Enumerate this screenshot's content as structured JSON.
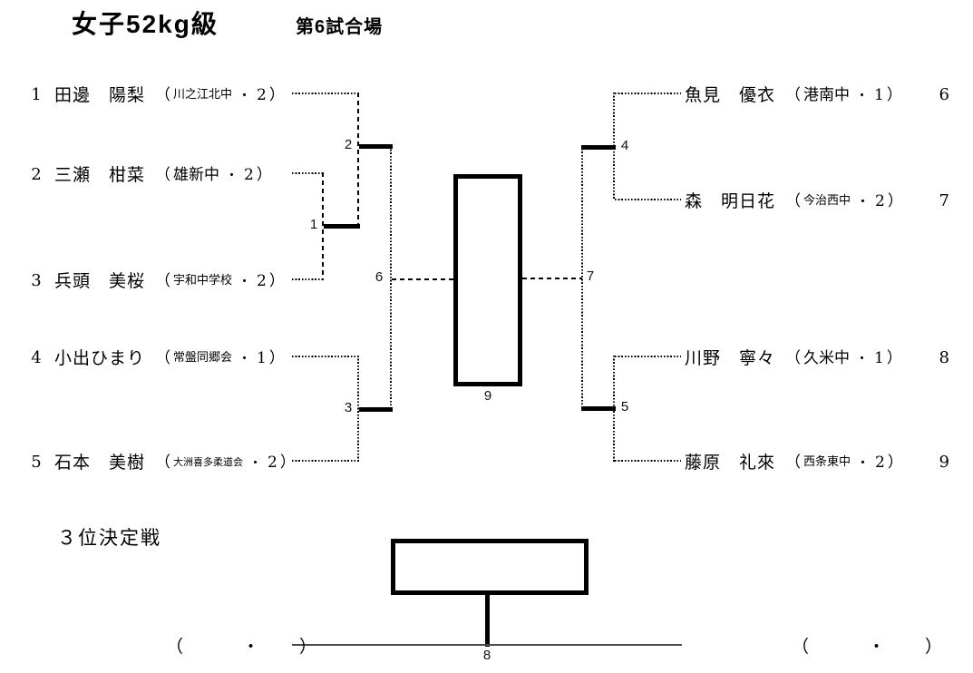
{
  "header": {
    "title": "女子52kg級",
    "venue": "第6試合場"
  },
  "punct": {
    "open": "（",
    "sep": "・",
    "close": "）"
  },
  "left_players": [
    {
      "seed": "1",
      "name": "田邊　陽梨",
      "school": "川之江北中",
      "grade": "2"
    },
    {
      "seed": "2",
      "name": "三瀬　柑菜",
      "school": "雄新中",
      "grade": "2"
    },
    {
      "seed": "3",
      "name": "兵頭　美桜",
      "school": "宇和中学校",
      "grade": "2"
    },
    {
      "seed": "4",
      "name": "小出ひまり",
      "school": "常盤同郷会",
      "grade": "1"
    },
    {
      "seed": "5",
      "name": "石本　美樹",
      "school": "大洲喜多柔道会",
      "grade": "2"
    }
  ],
  "right_players": [
    {
      "seed": "6",
      "name": "魚見　優衣",
      "school": "港南中",
      "grade": "1"
    },
    {
      "seed": "7",
      "name": "森　明日花",
      "school": "今治西中",
      "grade": "2"
    },
    {
      "seed": "8",
      "name": "川野　寧々",
      "school": "久米中",
      "grade": "1"
    },
    {
      "seed": "9",
      "name": "藤原　礼來",
      "school": "西条東中",
      "grade": "2"
    }
  ],
  "matches": {
    "m1": "1",
    "m2": "2",
    "m3": "3",
    "m4": "4",
    "m5": "5",
    "m6": "6",
    "m7": "7",
    "m8": "8",
    "m9": "9"
  },
  "third_place": {
    "label": "３位決定戦",
    "slot_left": "（　　　・　　）",
    "slot_right": "（　　　・　　）"
  }
}
